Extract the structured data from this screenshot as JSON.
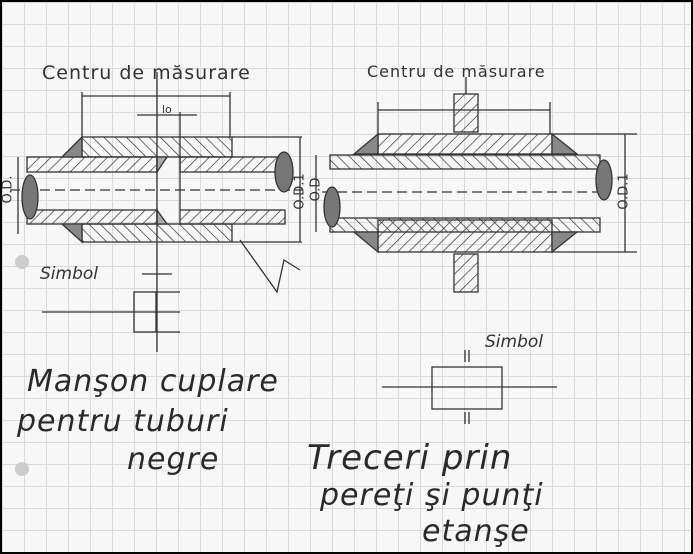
{
  "left_figure": {
    "header": "Centru de măsurare",
    "gap_label": "lo",
    "od_label": "O.D.",
    "od1_label": "O.D.1",
    "symbol_label": "Simbol",
    "caption": [
      "Manşon cuplare",
      "pentru tuburi",
      "negre"
    ]
  },
  "right_figure": {
    "header": "Centru de măsurare",
    "od_label": "O.D",
    "od1_label": "O.D.1",
    "symbol_label": "Simbol",
    "caption": [
      "Treceri prin",
      "pereţi şi punţi",
      "etanşe"
    ]
  }
}
